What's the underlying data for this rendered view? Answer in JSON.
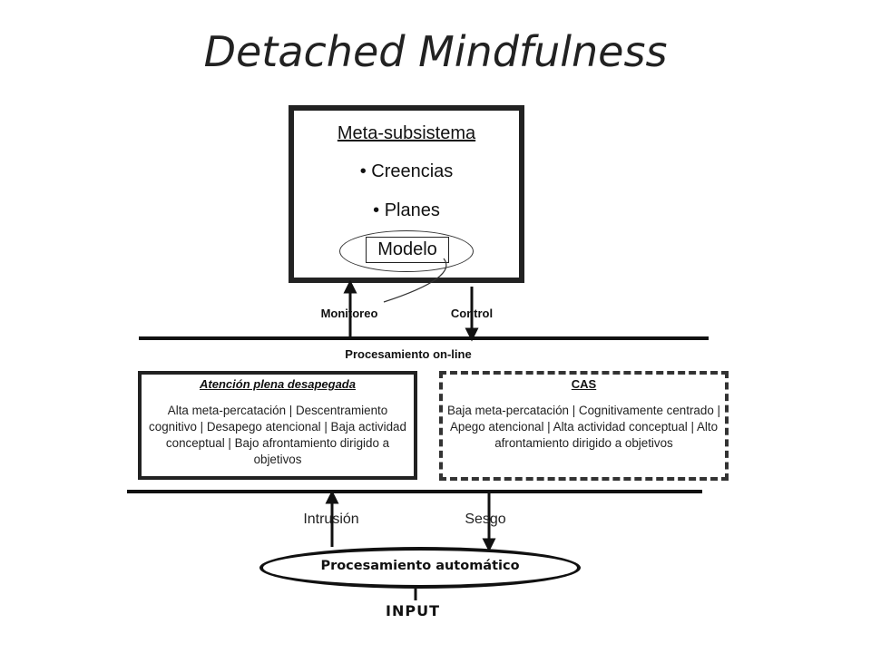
{
  "title": "Detached Mindfulness",
  "meta_subsystem": {
    "heading": "Meta-subsistema",
    "items": [
      "• Creencias",
      "• Planes"
    ],
    "model_label": "Modelo"
  },
  "links_upper": {
    "monitoring": "Monitoreo",
    "control": "Control"
  },
  "online_label": "Procesamiento on-line",
  "left_box": {
    "title": "Atención plena desapegada",
    "body": "Alta meta-percatación | Descentramiento cognitivo | Desapego atencional | Baja actividad conceptual | Bajo afrontamiento dirigido a objetivos"
  },
  "right_box": {
    "title": "CAS",
    "body": "Baja meta-percatación | Cognitivamente centrado | Apego atencional | Alta actividad conceptual | Alto afrontamiento dirigido a objetivos"
  },
  "links_lower": {
    "intrusion": "Intrusión",
    "bias": "Sesgo"
  },
  "automatic_label": "Procesamiento automático",
  "input_label": "INPUT",
  "colors": {
    "ink": "#111111",
    "background": "#ffffff"
  }
}
